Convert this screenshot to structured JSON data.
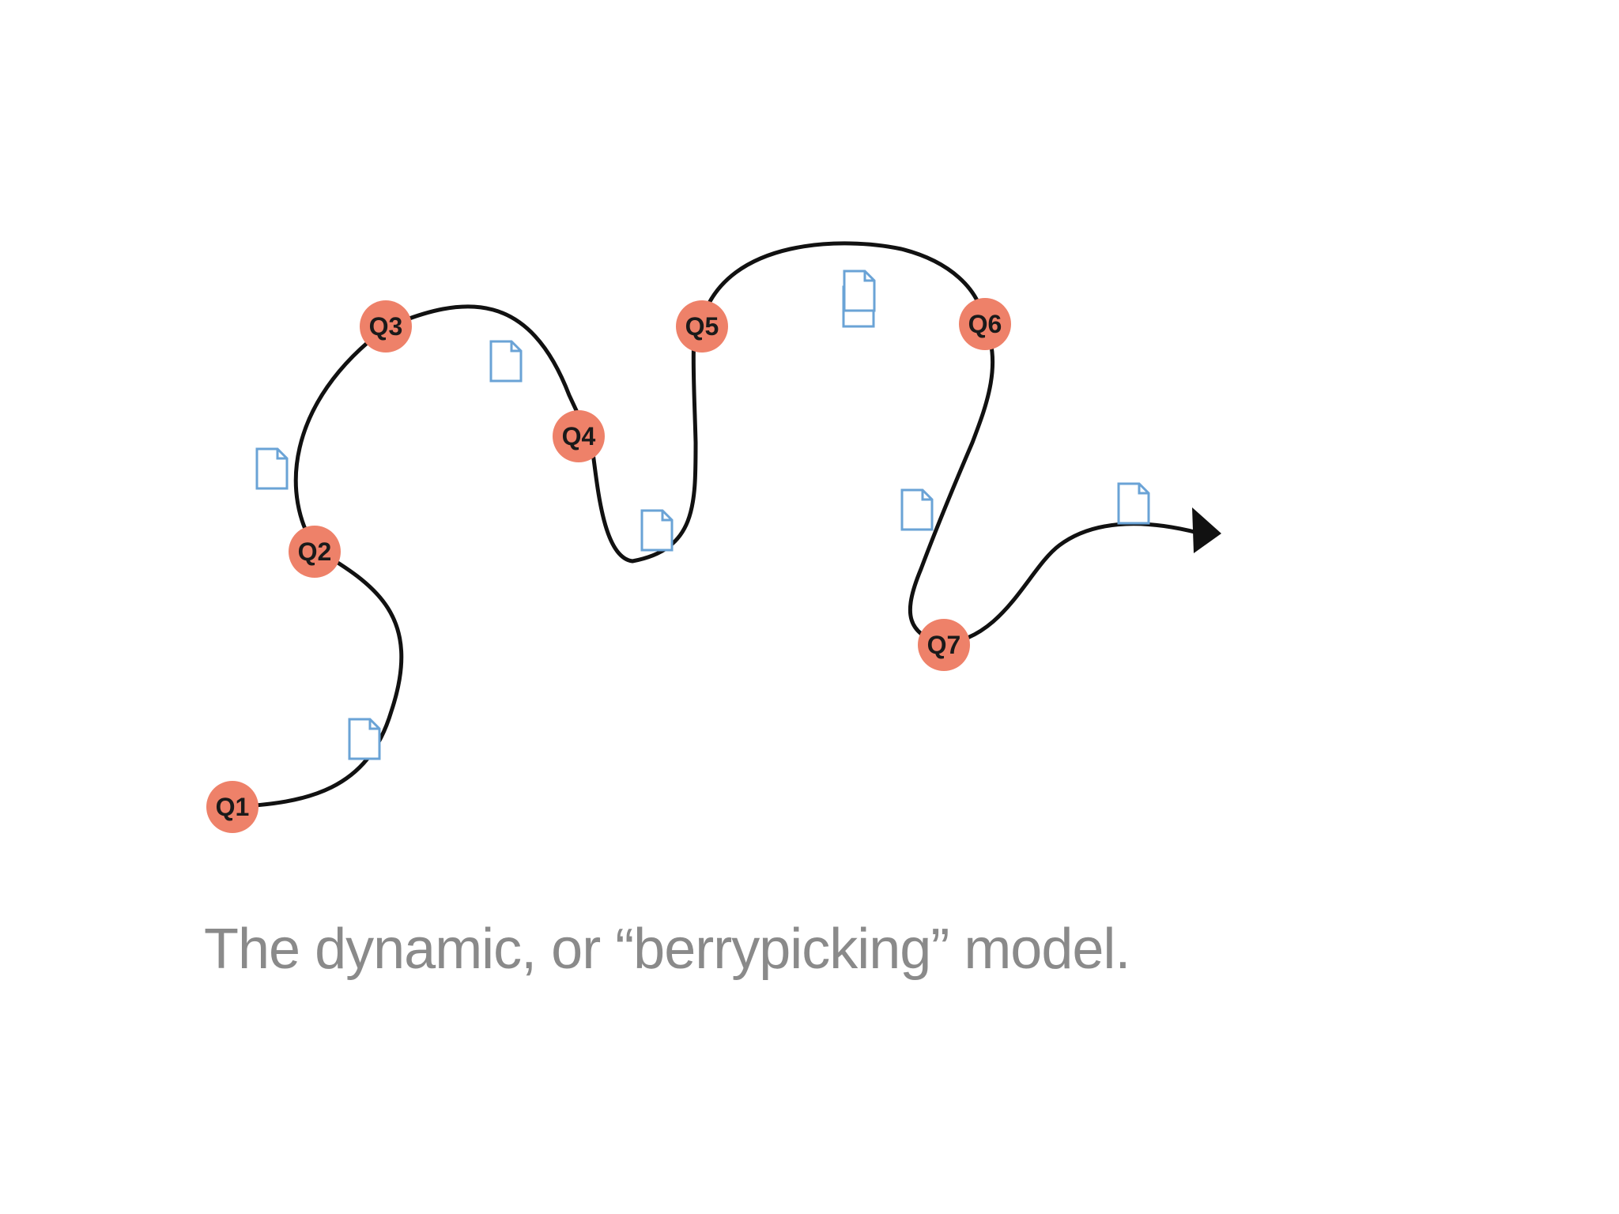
{
  "diagram": {
    "nodes": [
      {
        "id": "q1",
        "label": "Q1"
      },
      {
        "id": "q2",
        "label": "Q2"
      },
      {
        "id": "q3",
        "label": "Q3"
      },
      {
        "id": "q4",
        "label": "Q4"
      },
      {
        "id": "q5",
        "label": "Q5"
      },
      {
        "id": "q6",
        "label": "Q6"
      },
      {
        "id": "q7",
        "label": "Q7"
      }
    ],
    "node_color": "#ee8169",
    "document_icon": "document-icon",
    "document_color": "#6aa3d6",
    "document_count": 8,
    "path_color": "#111111",
    "arrow_icon": "arrowhead-icon"
  },
  "caption": "The dynamic, or “berrypicking” model."
}
